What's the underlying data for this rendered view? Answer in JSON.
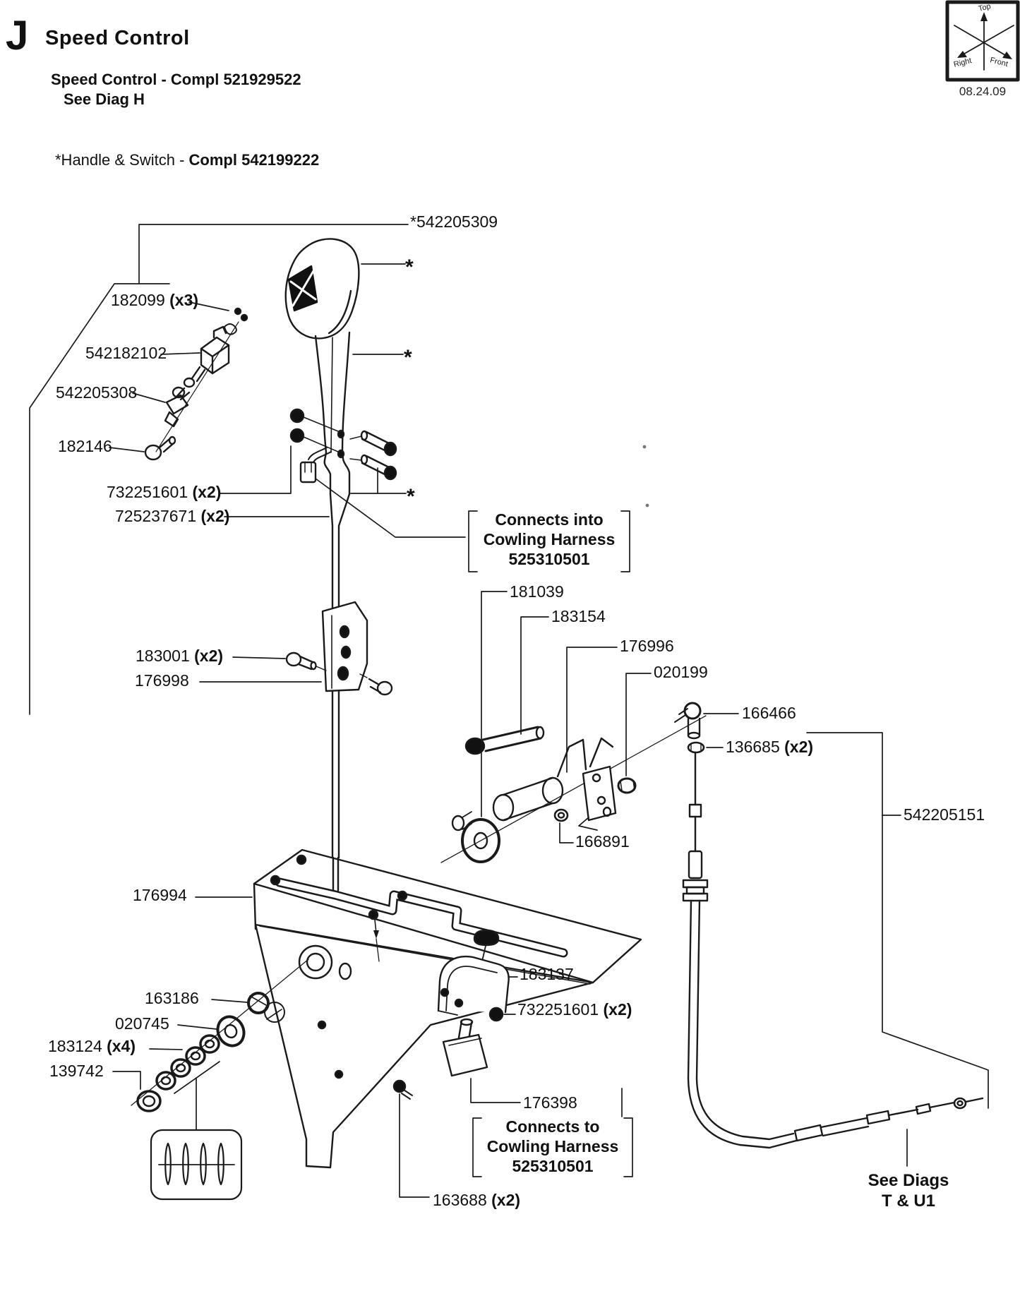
{
  "header": {
    "section_letter": "J",
    "title": "Speed Control",
    "subtitle_line1": "Speed Control - Compl 521929522",
    "subtitle_line2": "See Diag H",
    "assembly_note_regular": "*Handle & Switch - ",
    "assembly_note_bold": "Compl 542199222",
    "date": "08.24.09"
  },
  "compass": {
    "axis_top": "Top",
    "axis_right": "Right",
    "axis_front": "Front"
  },
  "notes": {
    "connects_into": {
      "line1": "Connects into",
      "line2": "Cowling Harness",
      "line3": "525310501"
    },
    "connects_to": {
      "line1": "Connects to",
      "line2": "Cowling Harness",
      "line3": "525310501"
    },
    "see_diags": {
      "line1": "See Diags",
      "line2": "T & U1"
    }
  },
  "asterisk_marker": "*",
  "part_labels": [
    {
      "part": "*542205309",
      "qty": ""
    },
    {
      "part": "182099",
      "qty": " (x3)"
    },
    {
      "part": "542182102",
      "qty": ""
    },
    {
      "part": "542205308",
      "qty": ""
    },
    {
      "part": "182146",
      "qty": ""
    },
    {
      "part": "732251601",
      "qty": " (x2)"
    },
    {
      "part": "725237671",
      "qty": " (x2)"
    },
    {
      "part": "181039",
      "qty": ""
    },
    {
      "part": "183154",
      "qty": ""
    },
    {
      "part": "176996",
      "qty": ""
    },
    {
      "part": "020199",
      "qty": ""
    },
    {
      "part": "166466",
      "qty": ""
    },
    {
      "part": "136685",
      "qty": " (x2)"
    },
    {
      "part": "542205151",
      "qty": ""
    },
    {
      "part": "183001",
      "qty": " (x2)"
    },
    {
      "part": "176998",
      "qty": ""
    },
    {
      "part": "166891",
      "qty": ""
    },
    {
      "part": "176994",
      "qty": ""
    },
    {
      "part": "163186",
      "qty": ""
    },
    {
      "part": "020745",
      "qty": ""
    },
    {
      "part": "183124",
      "qty": " (x4)"
    },
    {
      "part": "139742",
      "qty": ""
    },
    {
      "part": "183137",
      "qty": ""
    },
    {
      "part": "732251601",
      "qty": " (x2)"
    },
    {
      "part": "176398",
      "qty": ""
    },
    {
      "part": "163688",
      "qty": " (x2)"
    }
  ]
}
